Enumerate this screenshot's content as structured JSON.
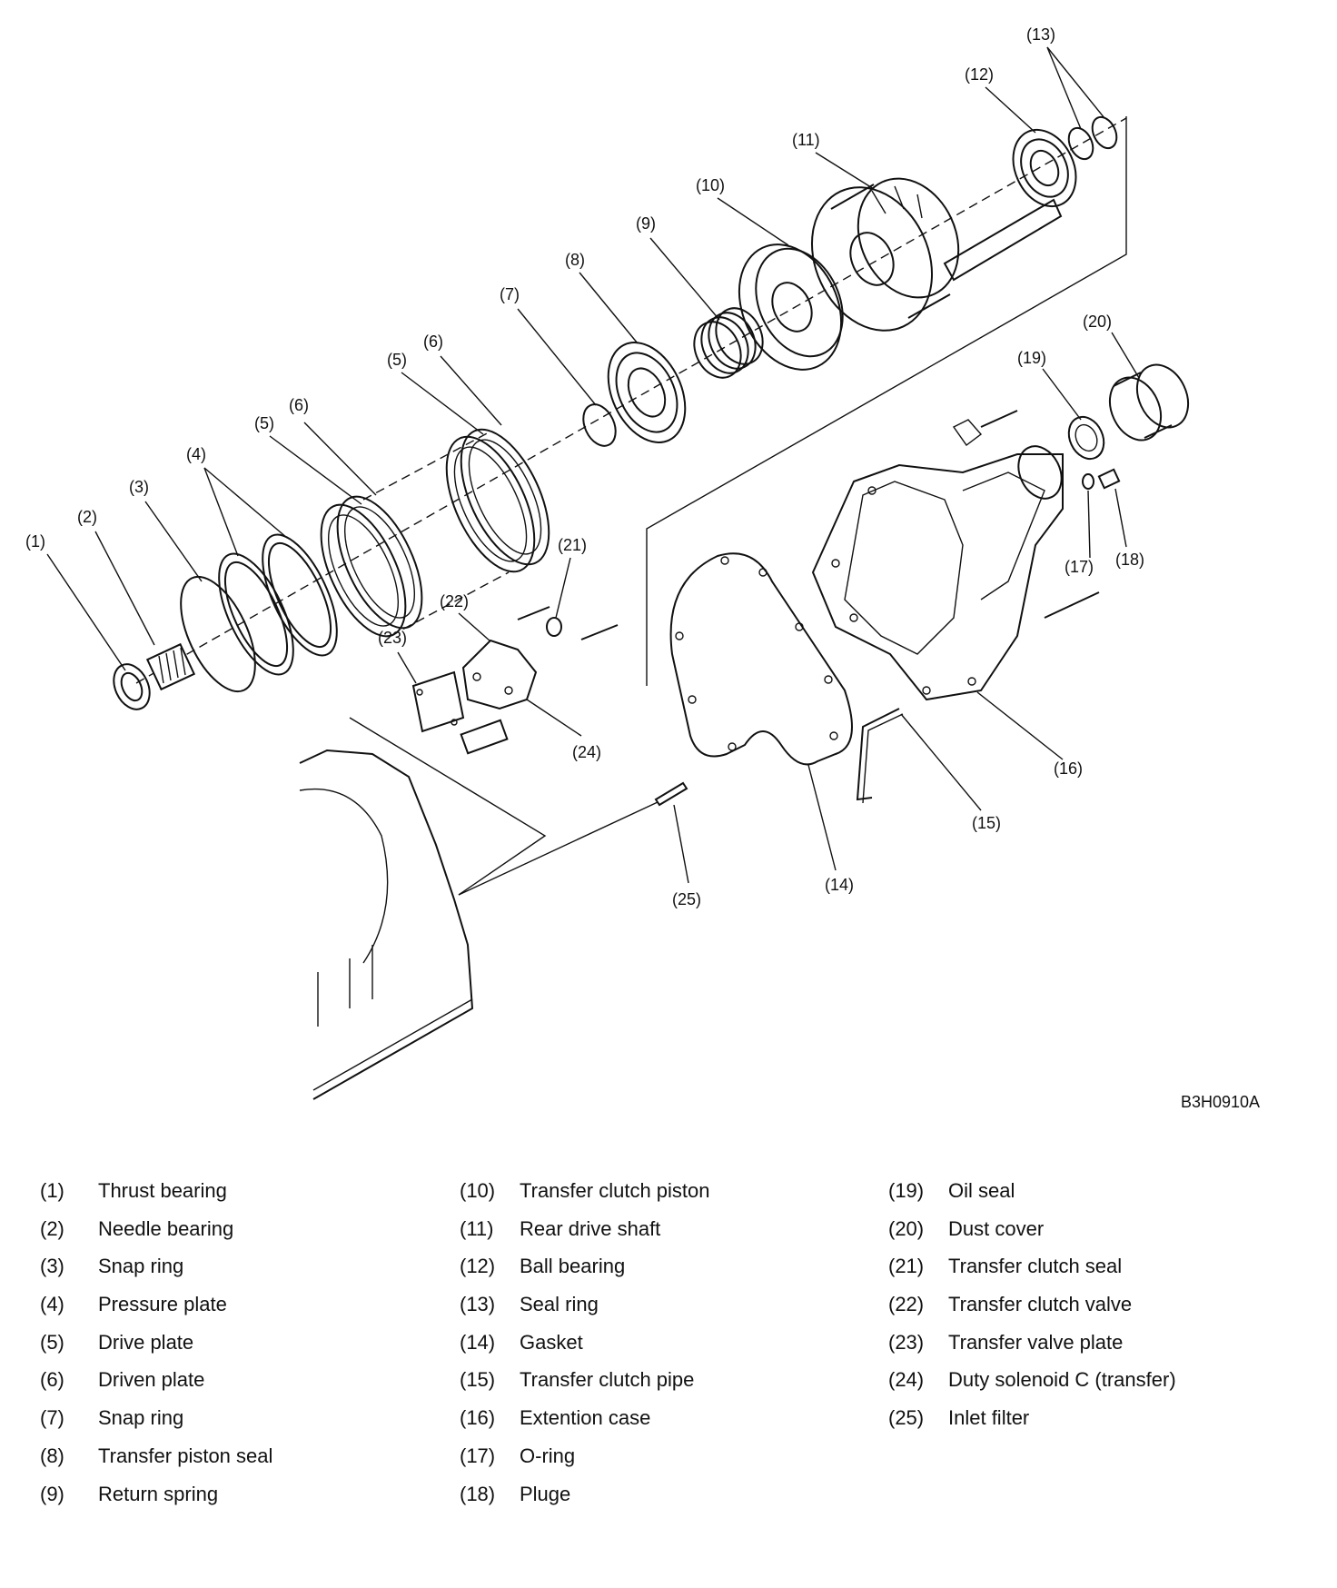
{
  "diagram": {
    "callouts": {
      "c1": "(1)",
      "c2": "(2)",
      "c3": "(3)",
      "c4": "(4)",
      "c5a": "(5)",
      "c5b": "(5)",
      "c6a": "(6)",
      "c6b": "(6)",
      "c7": "(7)",
      "c8": "(8)",
      "c9": "(9)",
      "c10": "(10)",
      "c11": "(11)",
      "c12": "(12)",
      "c13": "(13)",
      "c14": "(14)",
      "c15": "(15)",
      "c16": "(16)",
      "c17": "(17)",
      "c18": "(18)",
      "c19": "(19)",
      "c20": "(20)",
      "c21": "(21)",
      "c22": "(22)",
      "c23": "(23)",
      "c24": "(24)",
      "c25": "(25)"
    },
    "figure_code": "B3H0910A"
  },
  "legend": [
    [
      {
        "num": "(1)",
        "label": "Thrust bearing"
      },
      {
        "num": "(2)",
        "label": "Needle bearing"
      },
      {
        "num": "(3)",
        "label": "Snap ring"
      },
      {
        "num": "(4)",
        "label": "Pressure plate"
      },
      {
        "num": "(5)",
        "label": "Drive plate"
      },
      {
        "num": "(6)",
        "label": "Driven plate"
      },
      {
        "num": "(7)",
        "label": "Snap ring"
      },
      {
        "num": "(8)",
        "label": "Transfer piston seal"
      },
      {
        "num": "(9)",
        "label": "Return spring"
      }
    ],
    [
      {
        "num": "(10)",
        "label": "Transfer clutch piston"
      },
      {
        "num": "(11)",
        "label": "Rear drive shaft"
      },
      {
        "num": "(12)",
        "label": "Ball bearing"
      },
      {
        "num": "(13)",
        "label": "Seal ring"
      },
      {
        "num": "(14)",
        "label": "Gasket"
      },
      {
        "num": "(15)",
        "label": "Transfer clutch pipe"
      },
      {
        "num": "(16)",
        "label": "Extention case"
      },
      {
        "num": "(17)",
        "label": "O-ring"
      },
      {
        "num": "(18)",
        "label": "Pluge"
      }
    ],
    [
      {
        "num": "(19)",
        "label": "Oil seal"
      },
      {
        "num": "(20)",
        "label": "Dust cover"
      },
      {
        "num": "(21)",
        "label": "Transfer clutch seal"
      },
      {
        "num": "(22)",
        "label": "Transfer clutch valve"
      },
      {
        "num": "(23)",
        "label": "Transfer valve plate"
      },
      {
        "num": "(24)",
        "label": "Duty solenoid C (transfer)"
      },
      {
        "num": "(25)",
        "label": "Inlet filter"
      }
    ]
  ]
}
